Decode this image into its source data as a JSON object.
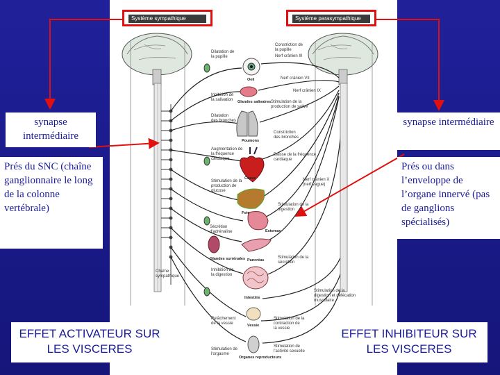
{
  "headers": {
    "sympathetic": "Système sympathique",
    "parasympathetic": "Système parasympathique"
  },
  "left": {
    "synapse": "synapse intermédiaire",
    "location": "Prés du SNC (chaîne ganglionnaire le long de la colonne vertébrale)",
    "effect": "EFFET ACTIVATEUR SUR LES VISCERES"
  },
  "right": {
    "synapse": "synapse intermédiaire",
    "location": "Prés ou dans l’enveloppe de l’organe innervé (pas de ganglions spécialisés)",
    "effect": "EFFET INHIBITEUR SUR LES VISCERES"
  },
  "diagram": {
    "sympathetic_effects": [
      "Dilatation de\nla pupille",
      "Inhibition de\nla salivation",
      "Dilatation\ndes bronches",
      "Augmentation de\nla fréquence\ncardiaque",
      "Stimulation de la\nproduction de\nglucose",
      "Sécrétion\nd'adrénaline",
      "Inhibition de\nla digestion",
      "Relâchement\nde la vessie",
      "Stimulation de\nl'orgasme"
    ],
    "parasympathetic_effects": [
      "Constriction de\nla pupille",
      "Nerf crânien III",
      "Nerf crânien VII",
      "Nerf crânien IX",
      "Stimulation de la\nproduction de salive",
      "Constriction\ndes bronches",
      "Baisse de la fréquence\ncardiaque",
      "Nerf crânien X\n(nerf vague)",
      "Stimulation de la\ndigestion",
      "Stimulation de la\nsécrétion",
      "Stimulation de la\ndigestion et défécation\nmusculaire",
      "Stimulation de la\ncontraction de\nla vessie",
      "Stimulation de\nl'activité sexuelle"
    ],
    "organs": [
      "Oeil",
      "Glandes salivaires",
      "Poumons",
      "Coeur",
      "Foie",
      "Estomac",
      "Pancréas",
      "Glandes surrénales",
      "Intestins",
      "Vessie",
      "Organes reproducteurs"
    ],
    "chain_label": "Chaîne\nsympathique"
  },
  "colors": {
    "background": "#1a1a8a",
    "text": "#1c1c9a",
    "arrow": "#e01010"
  }
}
